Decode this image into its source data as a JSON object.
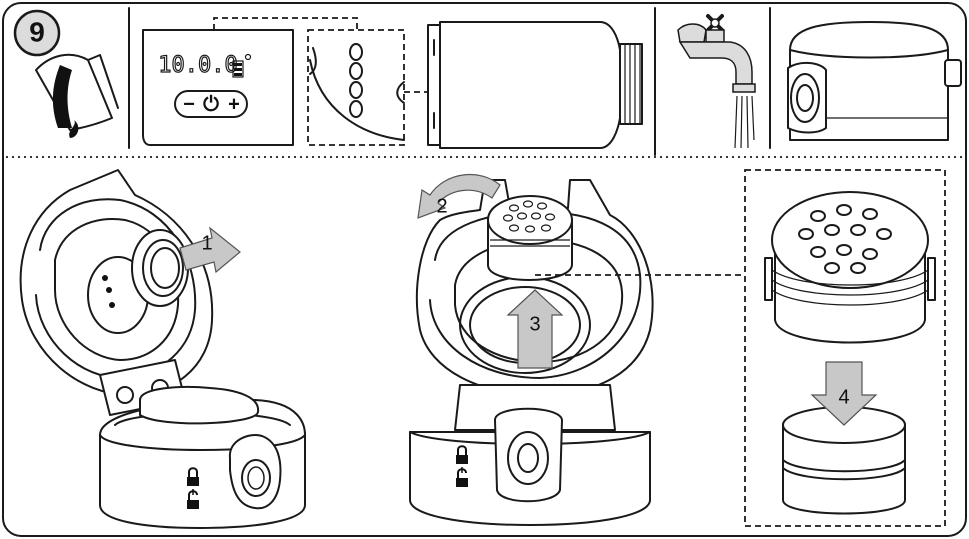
{
  "step": {
    "number": "9"
  },
  "display": {
    "segments": "10.0.0"
  },
  "control_buttons": {
    "minus": "−",
    "power": "⏻",
    "plus": "+"
  },
  "arrows": [
    {
      "id": "1",
      "label": "1",
      "meaning": "pull out seal ring"
    },
    {
      "id": "2",
      "label": "2",
      "meaning": "rotate cap"
    },
    {
      "id": "3",
      "label": "3",
      "meaning": "push up"
    },
    {
      "id": "4",
      "label": "4",
      "meaning": "place into container"
    }
  ],
  "lock_icons": [
    "lock-closed-icon",
    "lock-open-icon"
  ],
  "colors": {
    "line": "#1a1a1a",
    "arrow_fill": "#c8c8c8",
    "background": "#ffffff"
  }
}
